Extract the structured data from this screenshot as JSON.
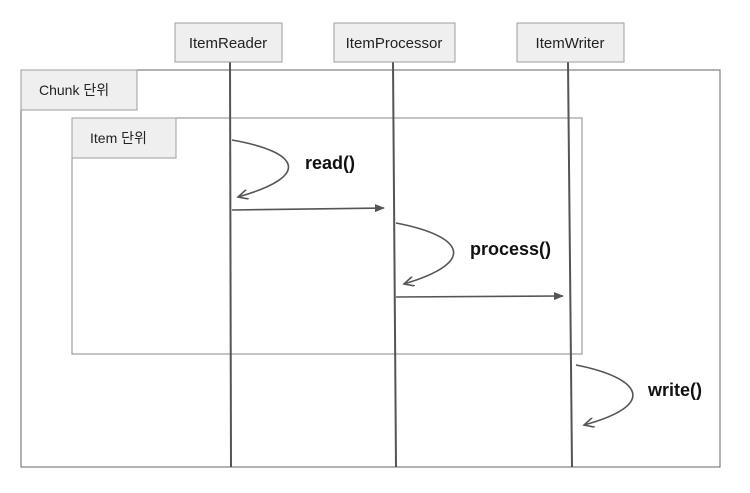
{
  "participants": {
    "reader": "ItemReader",
    "processor": "ItemProcessor",
    "writer": "ItemWriter"
  },
  "frames": {
    "chunk_label": "Chunk 단위",
    "item_label": "Item 단위"
  },
  "operations": {
    "read": "read()",
    "process": "process()",
    "write": "write()"
  },
  "colors": {
    "line": "#555555",
    "box_fill": "#efefef",
    "box_border": "#9e9e9e"
  }
}
